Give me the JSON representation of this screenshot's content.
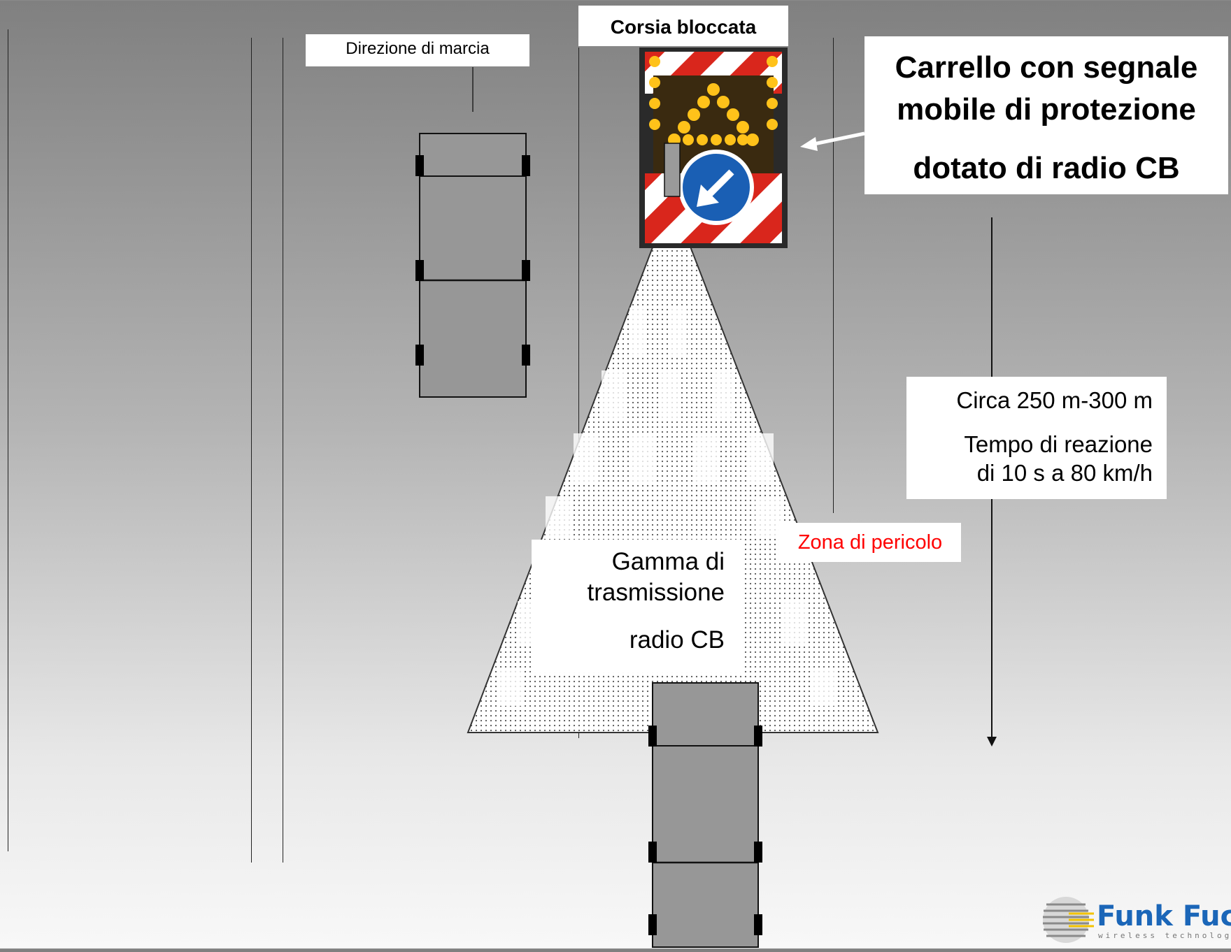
{
  "labels": {
    "direction": "Direzione di marcia",
    "lane_blocked": "Corsia bloccata",
    "trailer_line1": "Carrello con segnale",
    "trailer_line2": "mobile di protezione",
    "trailer_line3": "dotato di radio CB",
    "distance": "Circa 250 m-300 m",
    "reaction_line1": "Tempo di reazione",
    "reaction_line2": "di 10 s a 80 km/h",
    "danger_zone": "Zona di pericolo",
    "range_line1": "Gamma di",
    "range_line2": "trasmissione",
    "range_line3": "radio CB"
  },
  "logo": {
    "name": "Funk Fuchs",
    "tagline": "wireless technology"
  },
  "colors": {
    "danger_text": "#ff0000",
    "sign_red": "#d9261c",
    "sign_blue": "#1a5fb4",
    "lamp_yellow": "#ffc21a",
    "logo_blue": "#1b66b8",
    "logo_yellow": "#f3c300"
  }
}
